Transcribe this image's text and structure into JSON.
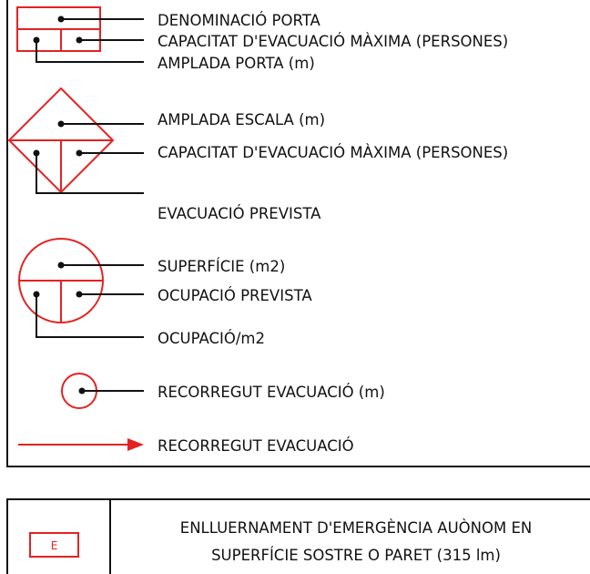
{
  "colors": {
    "symbol": "#e52222",
    "text": "#111111",
    "frame": "#111111",
    "background": "#ffffff"
  },
  "legend": {
    "door": {
      "icon": "door-rect-icon",
      "name_label": "DENOMINACIÓ PORTA",
      "capacity_label": "CAPACITAT D'EVACUACIÓ MÀXIMA (PERSONES)",
      "width_label": "AMPLADA PORTA (m)"
    },
    "stair": {
      "icon": "stair-diamond-icon",
      "width_label": "AMPLADA ESCALA (m)",
      "capacity_label": "CAPACITAT D'EVACUACIÓ MÀXIMA (PERSONES)",
      "planned_label": "EVACUACIÓ PREVISTA"
    },
    "room": {
      "icon": "room-circle-icon",
      "area_label": "SUPERFÍCIE (m2)",
      "occupancy_label": "OCUPACIÓ PREVISTA",
      "density_label": "OCUPACIÓ/m2"
    },
    "route_distance": {
      "icon": "small-circle-icon",
      "label": "RECORREGUT EVACUACIÓ (m)"
    },
    "route_arrow": {
      "icon": "red-arrow-icon",
      "label": "RECORREGUT EVACUACIÓ"
    }
  },
  "lighting": {
    "icon_letter": "E",
    "line1": "ENLLUERNAMENT D'EMERGÈNCIA AUÒNOM EN",
    "line2": "SUPERFÍCIE SOSTRE O PARET  (315 lm)"
  }
}
